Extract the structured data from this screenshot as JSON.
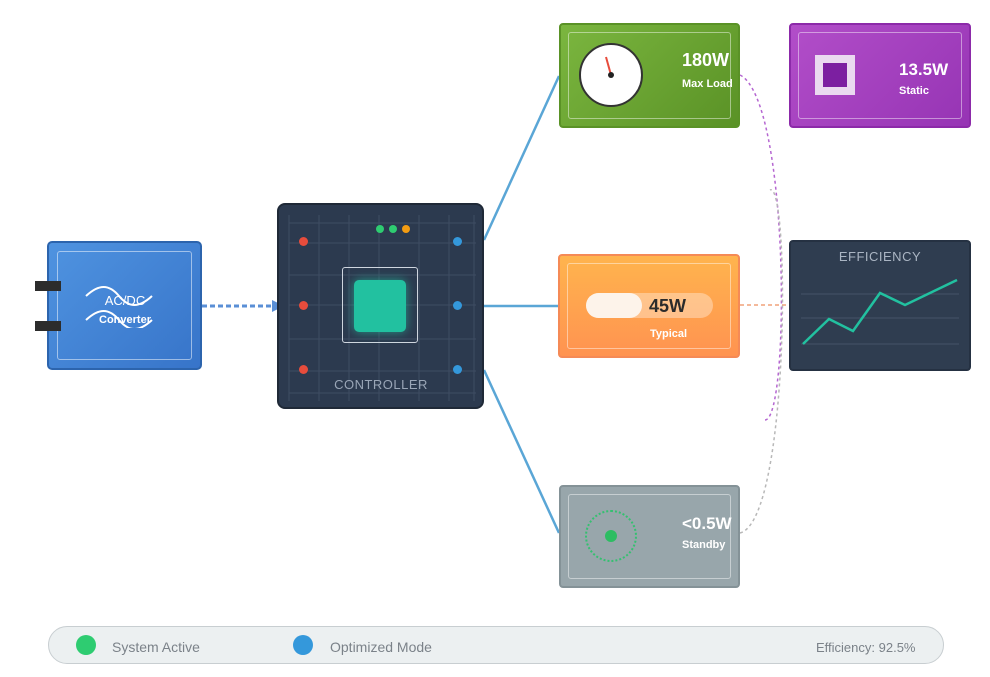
{
  "converter": {
    "title": "AC/DC",
    "subtitle": "Converter"
  },
  "controller": {
    "label": "CONTROLLER"
  },
  "cards": {
    "max_load": {
      "value": "180W",
      "label": "Max Load"
    },
    "static": {
      "value": "13.5W",
      "label": "Static"
    },
    "typical": {
      "value": "45W",
      "label": "Typical"
    },
    "standby": {
      "value": "<0.5W",
      "label": "Standby"
    },
    "efficiency": {
      "title": "EFFICIENCY"
    }
  },
  "status": {
    "system": "System Active",
    "mode": "Optimized Mode",
    "efficiency": "Efficiency: 92.5%"
  },
  "colors": {
    "blue": "#3774c9",
    "green_card": "#6aa533",
    "purple_card": "#a444c0",
    "orange_card": "#ff9f4f",
    "gray_card": "#98a6ab",
    "dark": "#2c3a4f",
    "teal": "#22c1a0",
    "status_green": "#2ecc71",
    "status_blue": "#3498db"
  },
  "icons": [
    "plug-icon",
    "wave-icon",
    "chip-icon",
    "gauge-icon",
    "square-icon",
    "standby-icon"
  ]
}
